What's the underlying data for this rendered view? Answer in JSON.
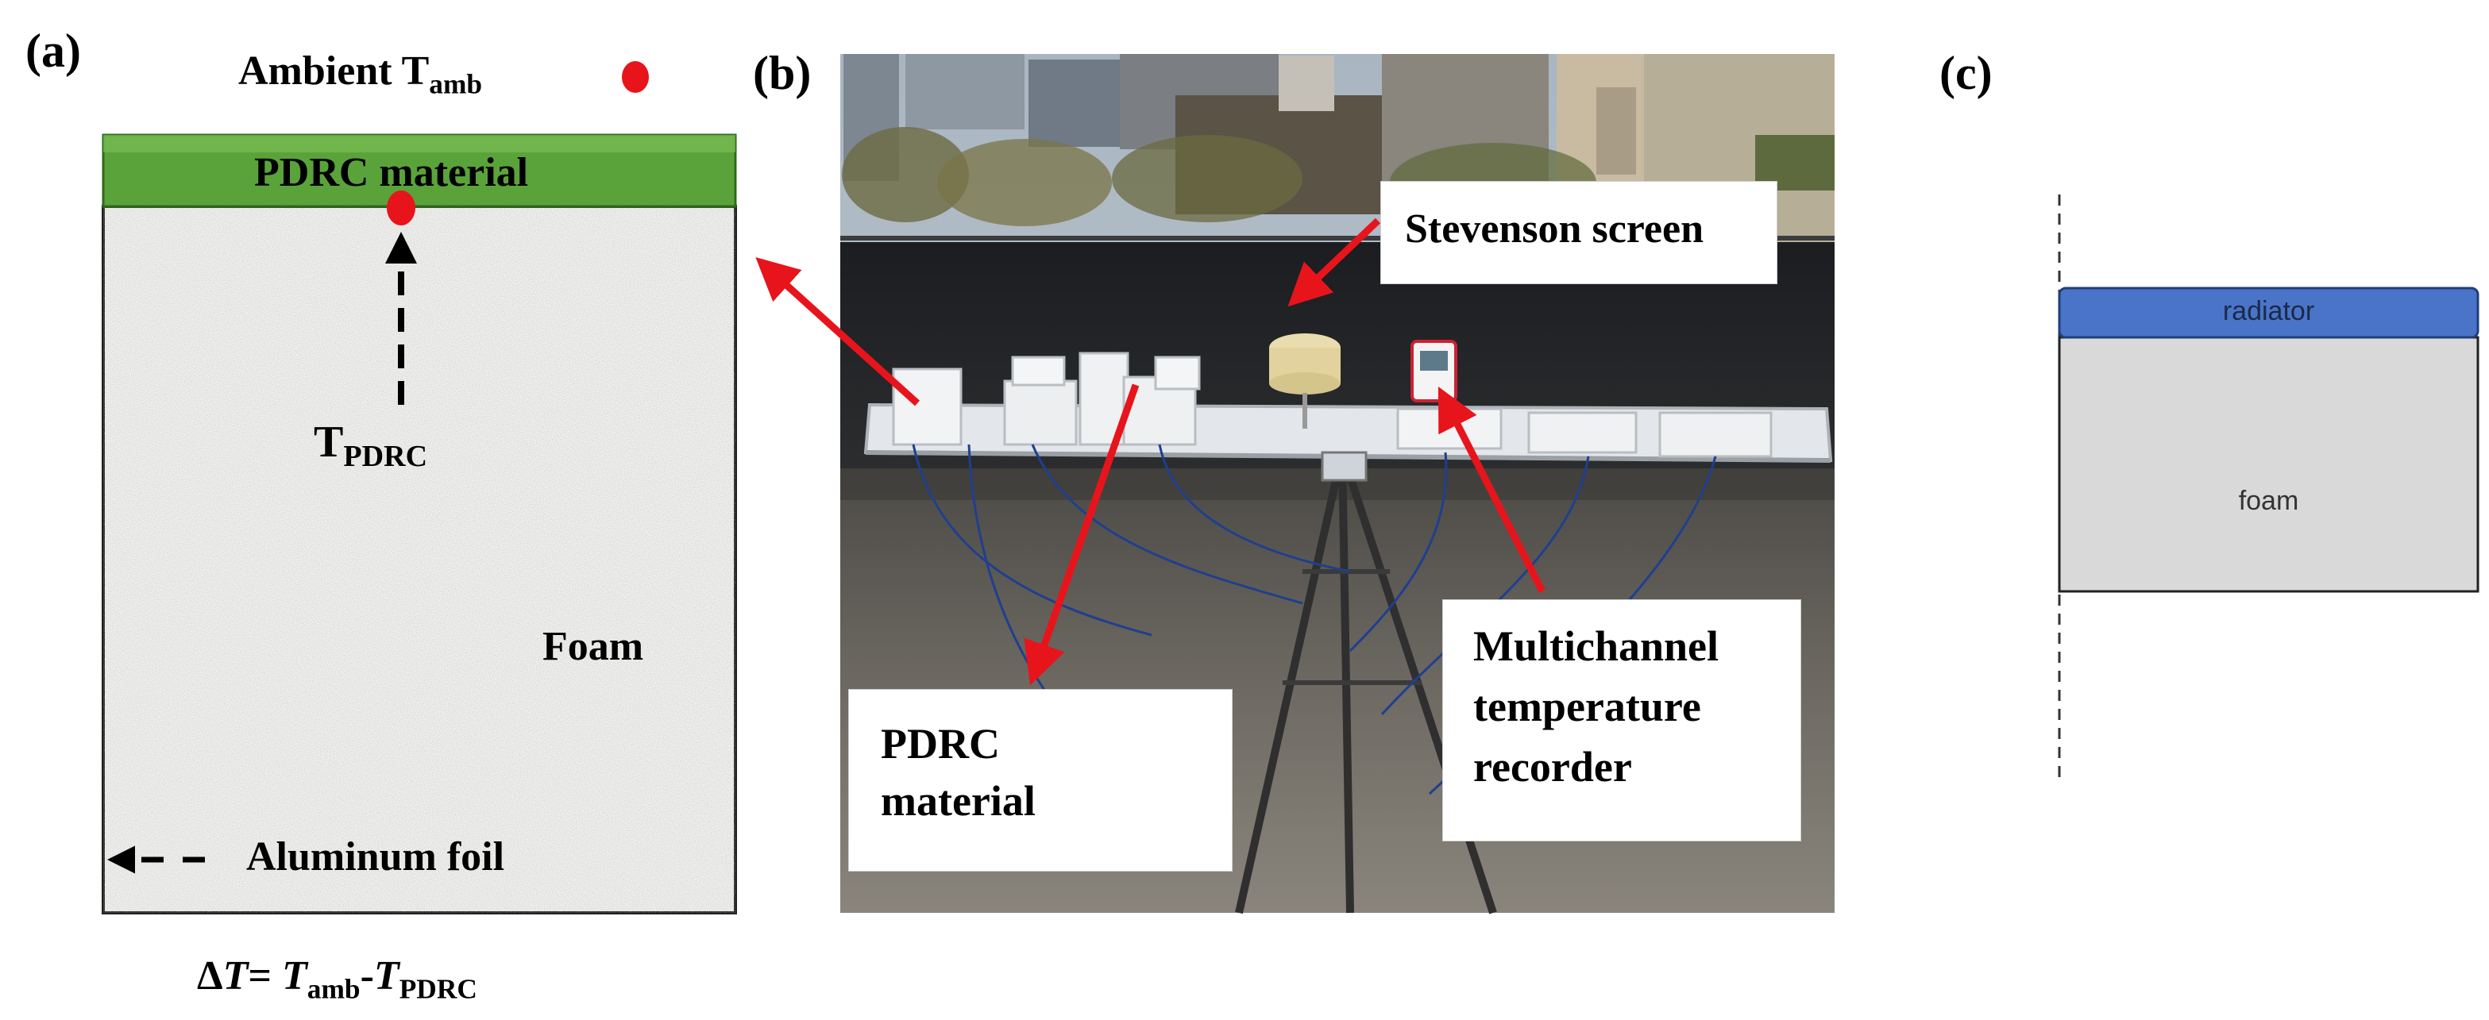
{
  "panel_a": {
    "label": "(a)",
    "ambient_prefix": "Ambient T",
    "ambient_sub": "amb",
    "top_layer": "PDRC material",
    "t_pdrc": "T",
    "t_pdrc_sub": "PDRC",
    "foam": "Foam",
    "foil": "Aluminum foil",
    "formula": {
      "delta": "Δ",
      "t1": "T",
      "eq": "= ",
      "t2": "T",
      "sub_amb": "amb",
      "dash": "-",
      "t3": "T",
      "sub_pdrc": "PDRC"
    },
    "colors": {
      "top_layer": "#5aa33a",
      "marker": "#e8141b"
    }
  },
  "panel_b": {
    "label": "(b)",
    "callout_stevenson": "Stevenson screen",
    "callout_pdrc_line1": "PDRC",
    "callout_pdrc_line2": "material",
    "callout_recorder_line1": "Multichannel",
    "callout_recorder_line2": "temperature",
    "callout_recorder_line3": "recorder",
    "colors": {
      "arrow": "#e8141b"
    }
  },
  "panel_c": {
    "label": "(c)",
    "top_layer": "radiator",
    "bottom_layer": "foam",
    "colors": {
      "radiator": "#4a74c8",
      "foam": "#d9d9d9"
    }
  }
}
